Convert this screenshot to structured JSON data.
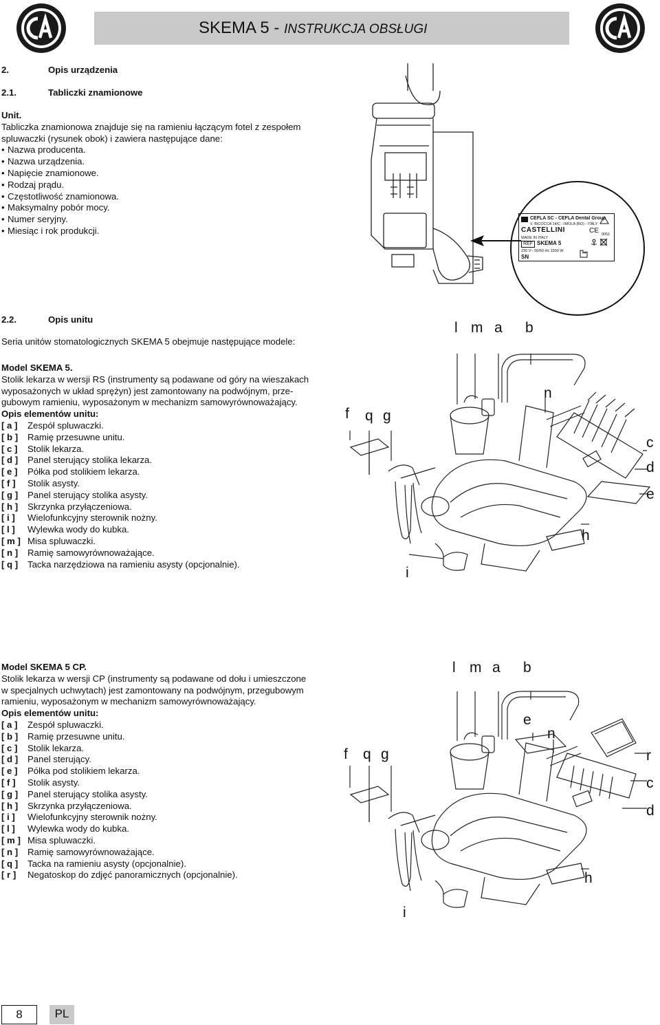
{
  "header": {
    "title": "SKEMA 5",
    "separator": "-",
    "subtitle": "INSTRUKCJA OBSŁUGI"
  },
  "section_2": {
    "number": "2.",
    "title": "Opis urządzenia"
  },
  "section_2_1": {
    "number": "2.1.",
    "title": "Tabliczki znamionowe"
  },
  "unit_heading": "Unit.",
  "unit_intro": [
    "Tabliczka znamionowa znajduje się na ramieniu łączącym fotel z zespołem",
    "spluwaczki (rysunek obok) i zawiera następujące dane:"
  ],
  "unit_items": [
    "Nazwa producenta.",
    "Nazwa urządzenia.",
    "Napięcie znamionowe.",
    "Rodzaj prądu.",
    "Częstotliwość znamionowa.",
    "Maksymalny pobór mocy.",
    "Numer seryjny.",
    "Miesiąc i rok produkcji."
  ],
  "nameplate": {
    "maker": "CEFLA SC - CEFLA Dental Group",
    "address": "V. BICOCCA 14/C - IMOLA (BO) - ITALY",
    "brand": "CASTELLINI",
    "made_in": "MADE IN ITALY",
    "ref_label": "REF",
    "model": "SKEMA 5",
    "ce_mark": "CE",
    "ce_number": "0051",
    "electrical": "230 V~  50/60 Hz  1500 W",
    "sn_label": "SN"
  },
  "section_2_2": {
    "number": "2.2.",
    "title": "Opis unitu"
  },
  "series_text": "Seria unitów stomatologicznych SKEMA 5 obejmuje następujące modele:",
  "model_rs": {
    "heading": "Model SKEMA 5.",
    "description": [
      "Stolik lekarza w wersji RS (instrumenty są podawane od góry na wieszakach",
      "wyposażonych w układ sprężyn) jest zamontowany na podwójnym, prze-",
      "gubowym ramieniu, wyposażonym w mechanizm samowyrównoważający."
    ],
    "elements_heading": "Opis elementów unitu:",
    "elements": [
      {
        "code": "[ a ]",
        "text": "Zespół spluwaczki."
      },
      {
        "code": "[ b ]",
        "text": "Ramię przesuwne unitu."
      },
      {
        "code": "[ c ]",
        "text": "Stolik lekarza."
      },
      {
        "code": "[ d ]",
        "text": "Panel sterujący stolika lekarza."
      },
      {
        "code": "[ e ]",
        "text": "Półka pod stolikiem lekarza."
      },
      {
        "code": "[ f ]",
        "text": "Stolik asysty."
      },
      {
        "code": "[ g ]",
        "text": "Panel sterujący stolika asysty."
      },
      {
        "code": "[ h ]",
        "text": "Skrzynka przyłączeniowa."
      },
      {
        "code": "[ i ]",
        "text": "Wielofunkcyjny sterownik nożny."
      },
      {
        "code": "[ l ]",
        "text": "Wylewka wody do kubka."
      },
      {
        "code": "[ m ]",
        "text": "Misa spluwaczki."
      },
      {
        "code": "[ n ]",
        "text": "Ramię samowyrównoważające."
      },
      {
        "code": "[ q ]",
        "text": "Tacka narzędziowa na ramieniu asysty (opcjonalnie)."
      }
    ]
  },
  "model_cp": {
    "heading": "Model SKEMA 5 CP.",
    "description": [
      "Stolik lekarza w wersji CP (instrumenty są podawane od dołu i umieszczone",
      "w specjalnych uchwytach) jest zamontowany na podwójnym, przegubowym",
      "ramieniu, wyposażonym w mechanizm samowyrównoważający."
    ],
    "elements_heading": "Opis elementów unitu:",
    "elements": [
      {
        "code": "[ a ]",
        "text": "Zespół spluwaczki."
      },
      {
        "code": "[ b ]",
        "text": "Ramię przesuwne unitu."
      },
      {
        "code": "[ c ]",
        "text": "Stolik lekarza."
      },
      {
        "code": "[ d ]",
        "text": "Panel sterujący."
      },
      {
        "code": "[ e ]",
        "text": "Półka pod stolikiem lekarza."
      },
      {
        "code": "[ f ]",
        "text": "Stolik asysty."
      },
      {
        "code": "[ g ]",
        "text": "Panel sterujący stolika asysty."
      },
      {
        "code": "[ h ]",
        "text": "Skrzynka przyłączeniowa."
      },
      {
        "code": "[ i ]",
        "text": "Wielofunkcyjny sterownik nożny."
      },
      {
        "code": "[ l ]",
        "text": "Wylewka wody do kubka."
      },
      {
        "code": "[ m ]",
        "text": "Misa spluwaczki."
      },
      {
        "code": "[ n ]",
        "text": "Ramię samowyrównoważające."
      },
      {
        "code": "[ q ]",
        "text": "Tacka na ramieniu asysty (opcjonalnie)."
      },
      {
        "code": "[ r ]",
        "text": "Negatoskop do zdjęć panoramicznych (opcjonalnie)."
      }
    ]
  },
  "figure_rs_labels": {
    "l": "l",
    "m": "m",
    "a": "a",
    "b": "b",
    "n": "n",
    "c": "c",
    "d": "d",
    "e": "e",
    "f": "f",
    "q": "q",
    "g": "g",
    "h": "h",
    "i": "i"
  },
  "figure_cp_labels": {
    "l": "l",
    "m": "m",
    "a": "a",
    "b": "b",
    "e": "e",
    "n": "n",
    "r": "r",
    "c": "c",
    "d": "d",
    "f": "f",
    "q": "q",
    "g": "g",
    "h": "h",
    "i": "i"
  },
  "footer": {
    "page_number": "8",
    "language": "PL"
  }
}
